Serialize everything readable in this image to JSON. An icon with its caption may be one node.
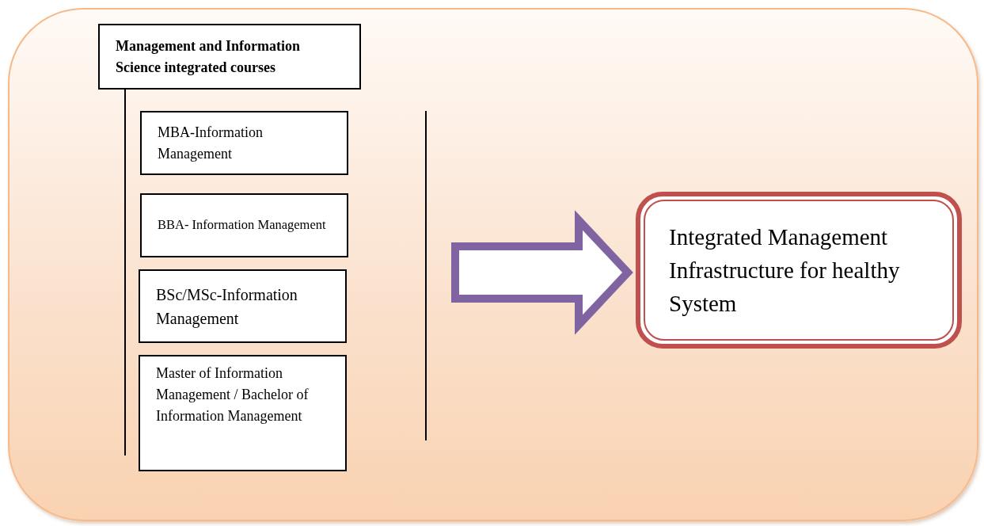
{
  "diagram": {
    "nodes": [
      {
        "text": [
          "Management and Information Science integrated courses"
        ]
      },
      {
        "text": [
          "MBA-Information Management"
        ]
      },
      {
        "text": [
          "BBA- Information Management"
        ]
      },
      {
        "text": [
          "BSc/MSc-Information Management"
        ]
      },
      {
        "text": [
          "Master of Information Management / Bachelor of Information Management"
        ]
      },
      {
        "text": [
          "Integrated Management Infrastructure for healthy System"
        ]
      }
    ],
    "edges": [
      {
        "from": null,
        "to": 5,
        "arrow": "to",
        "style": "thick",
        "color": "#8064a2"
      }
    ]
  }
}
